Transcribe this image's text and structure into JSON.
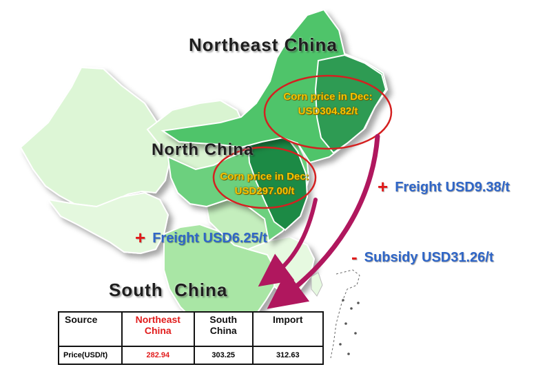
{
  "regions": {
    "northeast": {
      "label": "Northeast China",
      "price_line1": "Corn price in Dec:",
      "price_line2": "USD304.82/t"
    },
    "north": {
      "label": "North China",
      "price_line1": "Corn price in Dec:",
      "price_line2": "USD297.00/t"
    },
    "south": {
      "label": "South  China"
    }
  },
  "costs": {
    "freight_northeast": {
      "sign": "+",
      "text": "Freight USD9.38/t"
    },
    "subsidy": {
      "sign": "-",
      "text": "Subsidy USD31.26/t"
    },
    "freight_north": {
      "sign": "+",
      "text": "Freight USD6.25/t"
    }
  },
  "table": {
    "headers": [
      "Source",
      "Northeast China",
      "South China",
      "Import"
    ],
    "row_label": "Price(USD/t)",
    "values": [
      "282.94",
      "303.25",
      "312.63"
    ]
  },
  "colors": {
    "northeast_fill": "#4fc46a",
    "north_fill": "#6cd07e",
    "north_dark_fill": "#1f8a45",
    "south_fill": "#a9e6a5",
    "west_fill": "#ddf6d6",
    "arrow": "#b0175e",
    "ellipse": "#d42020",
    "highlight_text": "#e11b1b",
    "cost_text": "#2f66c8",
    "price_text": "#f5c400"
  }
}
